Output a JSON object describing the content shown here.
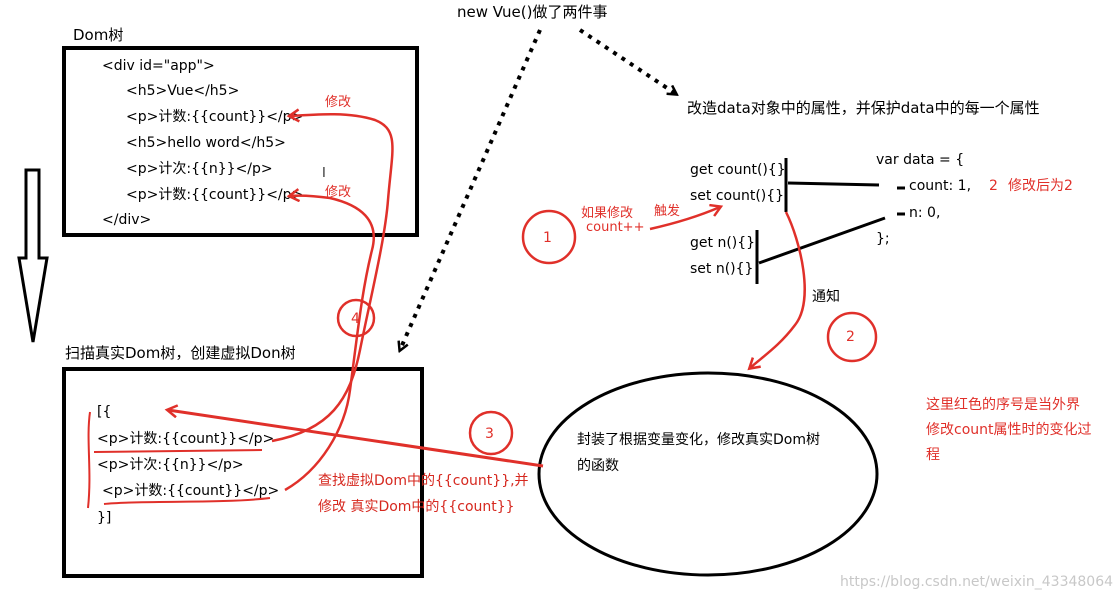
{
  "title": "new Vue()做了两件事",
  "dom_tree": {
    "label": "Dom树",
    "lines": [
      "<div id=\"app\">",
      "<h5>Vue</h5>",
      "<p>计数:{{count}}</p>",
      "<h5>hello word</h5>",
      "<p>计次:{{n}}</p>",
      "<p>计数:{{count}}</p>",
      "</div>"
    ],
    "edit_label_1": "修改",
    "edit_label_2": "修改"
  },
  "virtual_dom": {
    "label": "扫描真实Dom树，创建虚拟Don树",
    "lines": [
      "[{",
      "<p>计数:{{count}}</p>",
      "<p>计次:{{n}}</p>",
      "<p>计数:{{count}}</p>",
      "}]"
    ]
  },
  "data_panel": {
    "heading": "改造data对象中的属性，并保护data中的每一个属性",
    "accessors": [
      "get count(){}",
      "set count(){}",
      "get n(){}",
      "set n(){}"
    ],
    "code": [
      "var data = {",
      "count: 1,",
      "n: 0,",
      "};"
    ],
    "count_note_num": "2",
    "count_note_text": "修改后为2"
  },
  "trigger": {
    "if_modify": "如果修改",
    "count_pp": "count++",
    "trigger": "触发",
    "notify": "通知"
  },
  "ellipse": {
    "line1": "封装了根据变量变化，修改真实Dom树",
    "line2": "的函数"
  },
  "find_text": {
    "line1": "查找虚拟Dom中的{{count}},并",
    "line2": "修改 真实Dom中的{{count}}"
  },
  "note": {
    "line1": "这里红色的序号是当外界",
    "line2": "修改count属性时的变化过",
    "line3": "程"
  },
  "steps": [
    "1",
    "2",
    "3",
    "4"
  ],
  "watermark": "https://blog.csdn.net/weixin_43348064",
  "colors": {
    "annotation_red": "#e0302a",
    "ink": "#000000"
  }
}
